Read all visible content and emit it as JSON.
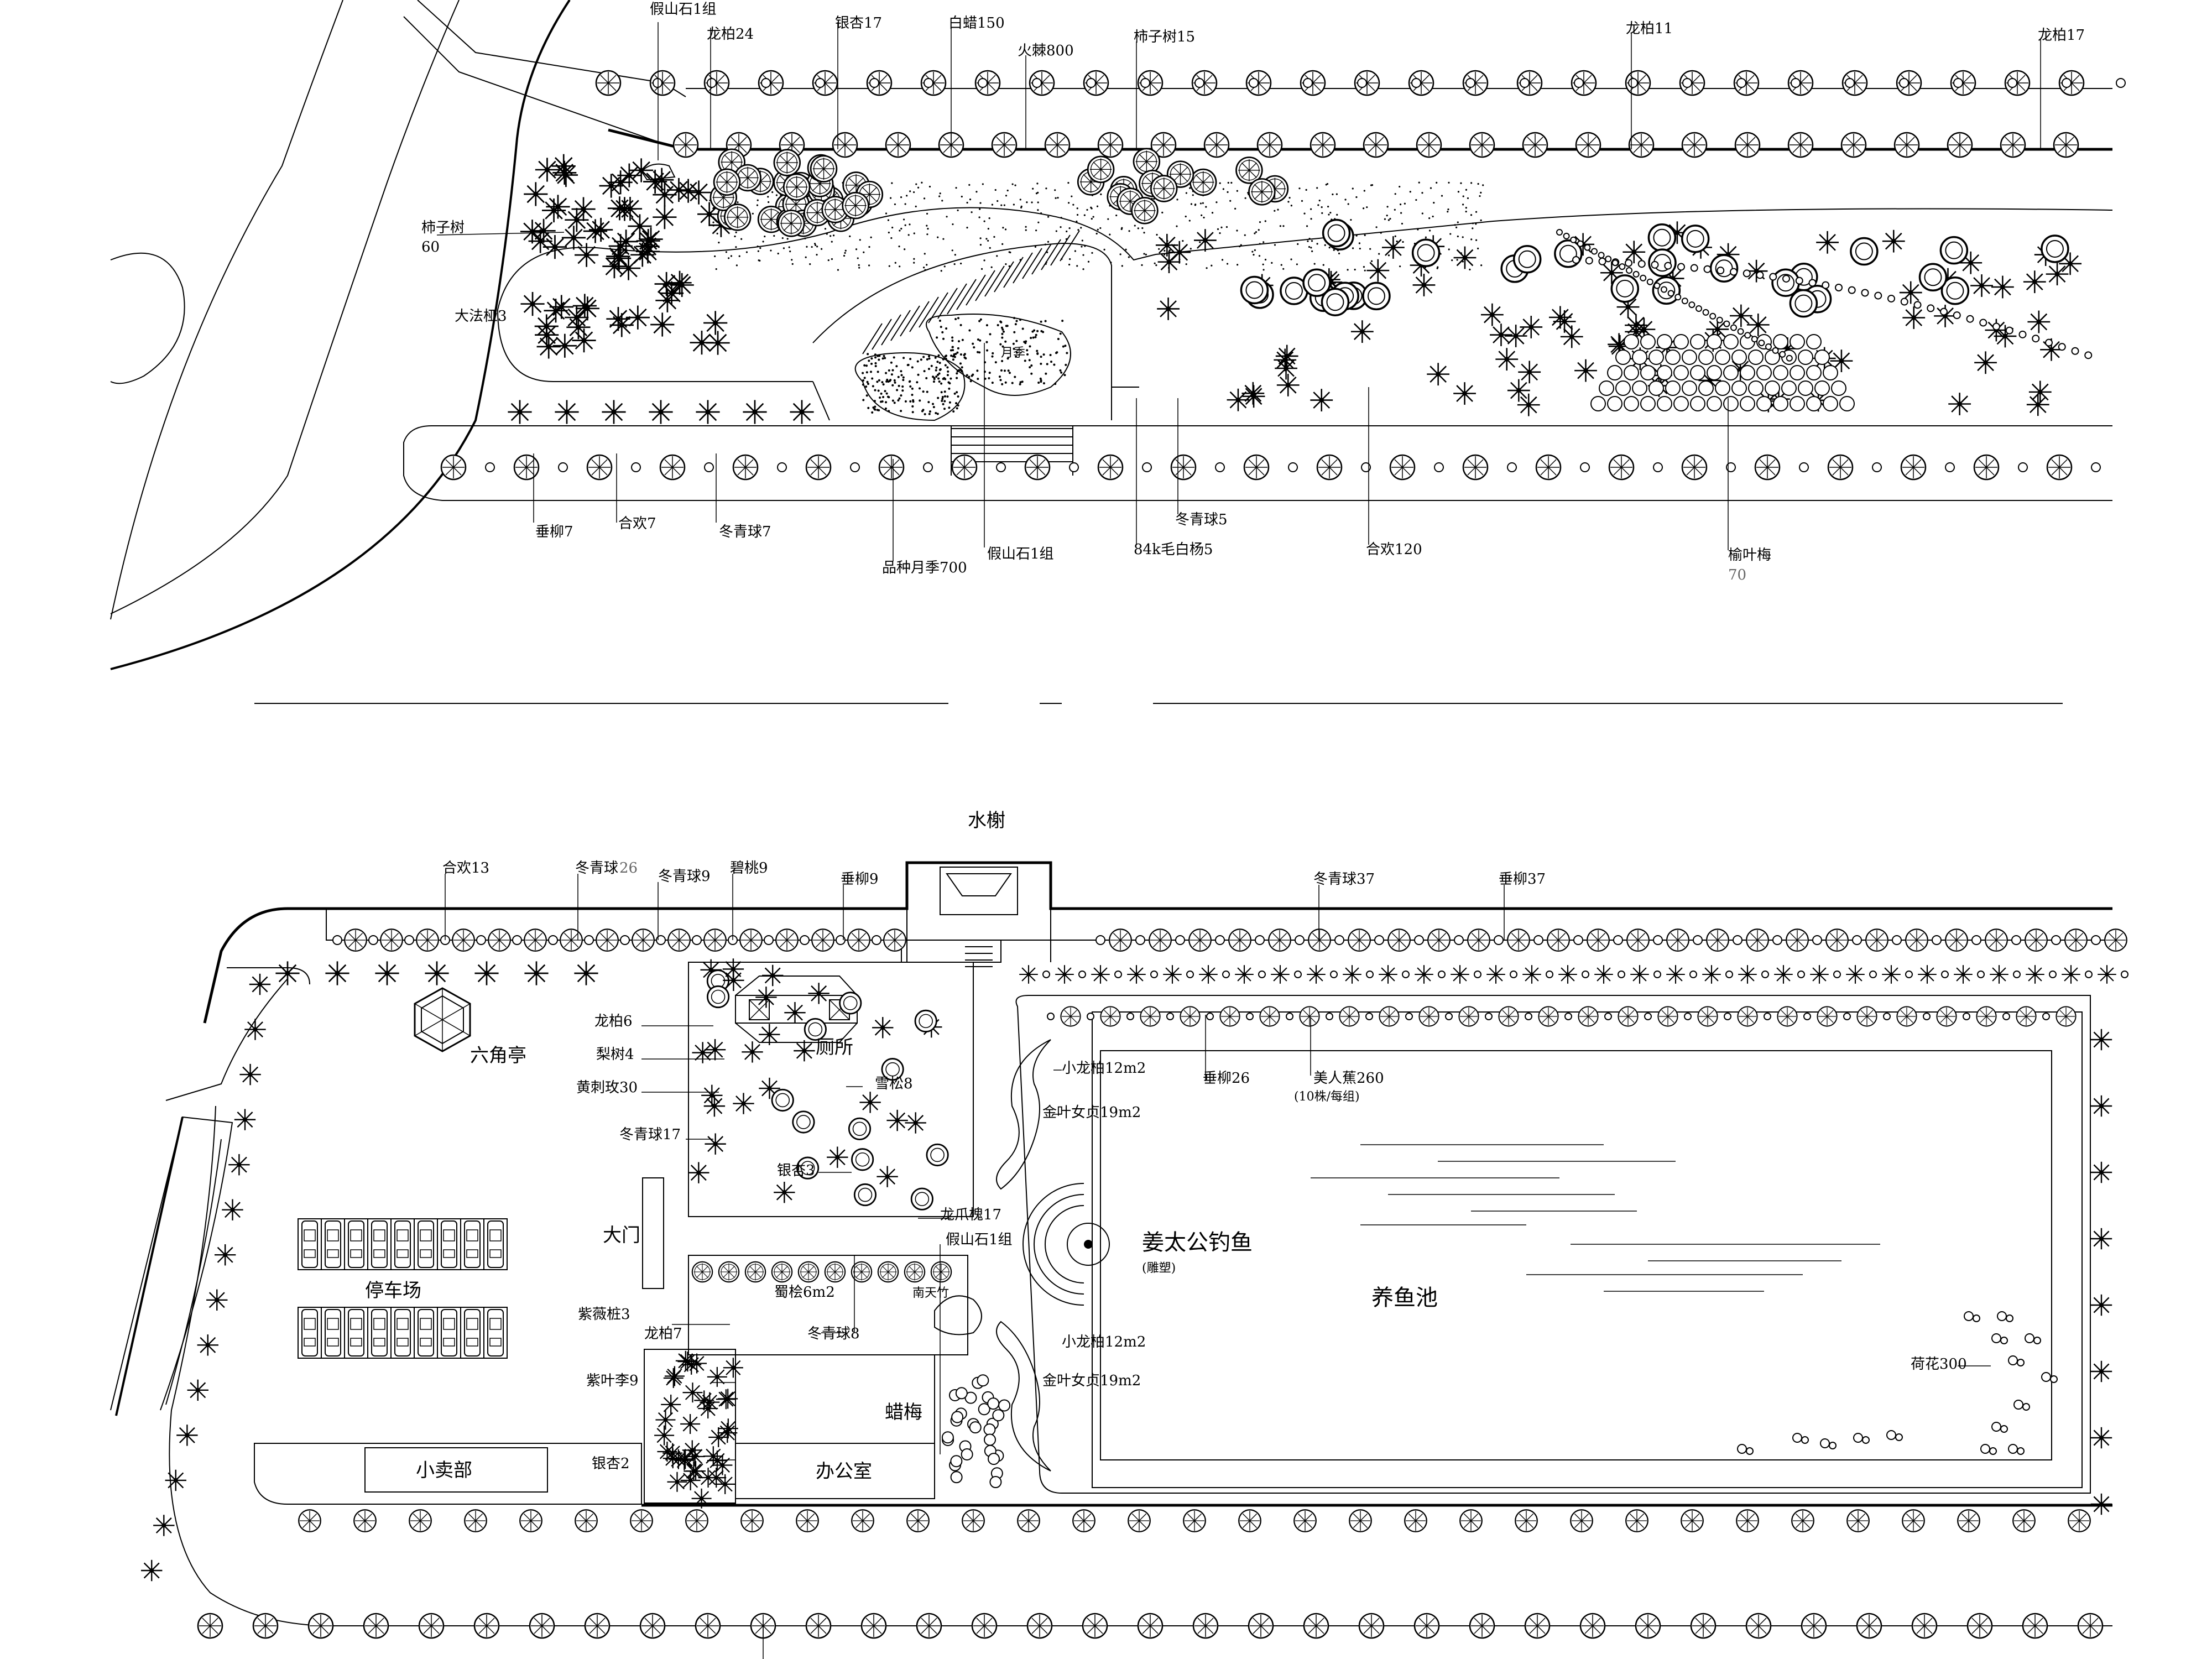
{
  "top_labels": {
    "rockery_a": "假山石1组",
    "juniper_24": "龙柏24",
    "ginkgo_17": "银杏17",
    "ash_150": "白蜡150",
    "firethorn_800": "火棘800",
    "persimmon_15": "柿子树15",
    "juniper_11": "龙柏11",
    "juniper_17": "龙柏17",
    "persimmon_60_name": "柿子树",
    "persimmon_60_count": "60",
    "dafazhan": "大法桠3",
    "rose_area": "月季",
    "willow_7": "垂柳7",
    "silktree_7": "合欢7",
    "holly_7": "冬青球7",
    "rose_700": "品种月季700",
    "rockery_b": "假山石1组",
    "holly_5": "冬青球5",
    "poplar_5": "84k毛白杨5",
    "silktree_120": "合欢120",
    "plum_name": "榆叶梅",
    "plum_count": "70"
  },
  "bottom_labels": {
    "waterside_pavilion": "水榭",
    "silktree_13": "合欢13",
    "holly_26_a": "冬青球",
    "holly_26_b": "26",
    "holly_9": "冬青球9",
    "peach_9": "碧桃9",
    "willow_9": "垂柳9",
    "holly_37": "冬青球37",
    "willow_37": "垂柳37",
    "hex_pavilion": "六角亭",
    "juniper_6": "龙柏6",
    "pear_4": "梨树4",
    "yellow_rose_30": "黄刺玫30",
    "toilet": "厕所",
    "cedar_8": "雪松8",
    "holly_17": "冬青球17",
    "ginkgo_3": "银杏3",
    "willow_26": "垂柳26",
    "canna_260": "美人蕉260",
    "canna_note": "(10株/每组)",
    "small_juniper_a": "小龙柏12m2",
    "privet_a": "金叶女贞19m2",
    "pagoda_tree": "龙爪槐17",
    "rockery_c": "假山石1组",
    "statue_name": "姜太公钓鱼",
    "statue_note": "(雕塑)",
    "gate": "大门",
    "parking": "停车场",
    "crape_myrtle_3": "紫薇桩3",
    "cypress": "蜀桧6m2",
    "nandina": "南天竹",
    "juniper_7": "龙柏7",
    "holly_8": "冬青球8",
    "small_juniper_b": "小龙柏12m2",
    "privet_b": "金叶女贞19m2",
    "purple_plum_9": "紫叶李9",
    "wintersweet": "蜡梅",
    "fish_pond": "养鱼池",
    "lotus_300": "荷花300",
    "ginkgo_2": "银杏2",
    "shop": "小卖部",
    "office": "办公室"
  }
}
